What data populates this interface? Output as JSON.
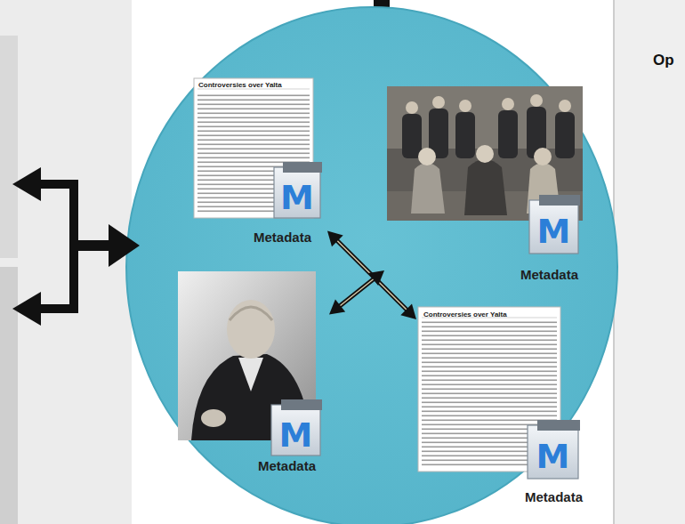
{
  "diagram": {
    "nodes": [
      {
        "text": [
          "Controversies over Yalta",
          "M",
          "Metadata"
        ]
      },
      {
        "text": [
          "M",
          "Metadata"
        ]
      },
      {
        "text": [
          "M",
          "Metadata"
        ]
      },
      {
        "text": [
          "Controversies over Yalta",
          "M",
          "Metadata"
        ]
      }
    ],
    "edges": [
      {
        "from": 0,
        "to": 3,
        "arrow": "both"
      },
      {
        "from": 1,
        "to": 2,
        "arrow": "both"
      }
    ],
    "labels": [
      "Op"
    ]
  }
}
